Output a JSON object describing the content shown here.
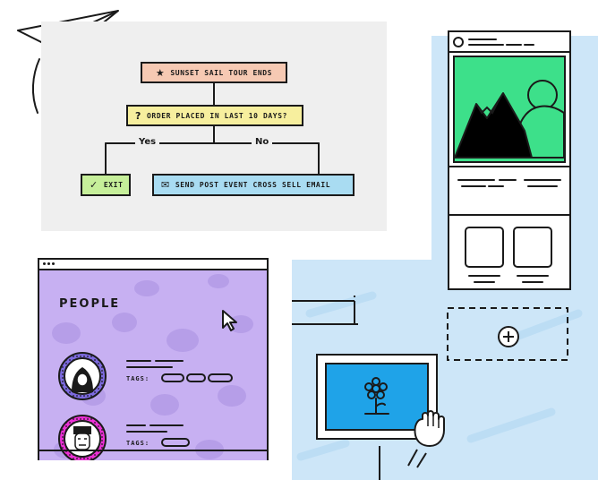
{
  "flowchart": {
    "start_node": "SUNSET SAIL TOUR ENDS",
    "question_node": "ORDER PLACED IN LAST 10 DAYS?",
    "yes_label": "Yes",
    "no_label": "No",
    "exit_node": "EXIT",
    "email_node": "SEND POST EVENT CROSS SELL EMAIL",
    "icons": {
      "start": "star-icon",
      "question": "question-mark-icon",
      "exit": "checkmark-icon",
      "email": "envelope-icon"
    },
    "colors": {
      "start": "#f6c9b3",
      "question": "#f7ef9e",
      "exit": "#c6ef9a",
      "email": "#a9dcf2",
      "panel": "#efefef"
    }
  },
  "people": {
    "title": "PEOPLE",
    "tags_label_1": "TAGS:",
    "tags_label_2": "TAGS:",
    "colors": {
      "panel": "#c7b0f2",
      "avatar_1": "#7d6ae0",
      "avatar_2": "#ec2fd6"
    }
  },
  "builder": {
    "colors": {
      "background": "#cde6f8",
      "hero_image": "#3de08a",
      "drop_image": "#1fa3e8"
    }
  }
}
